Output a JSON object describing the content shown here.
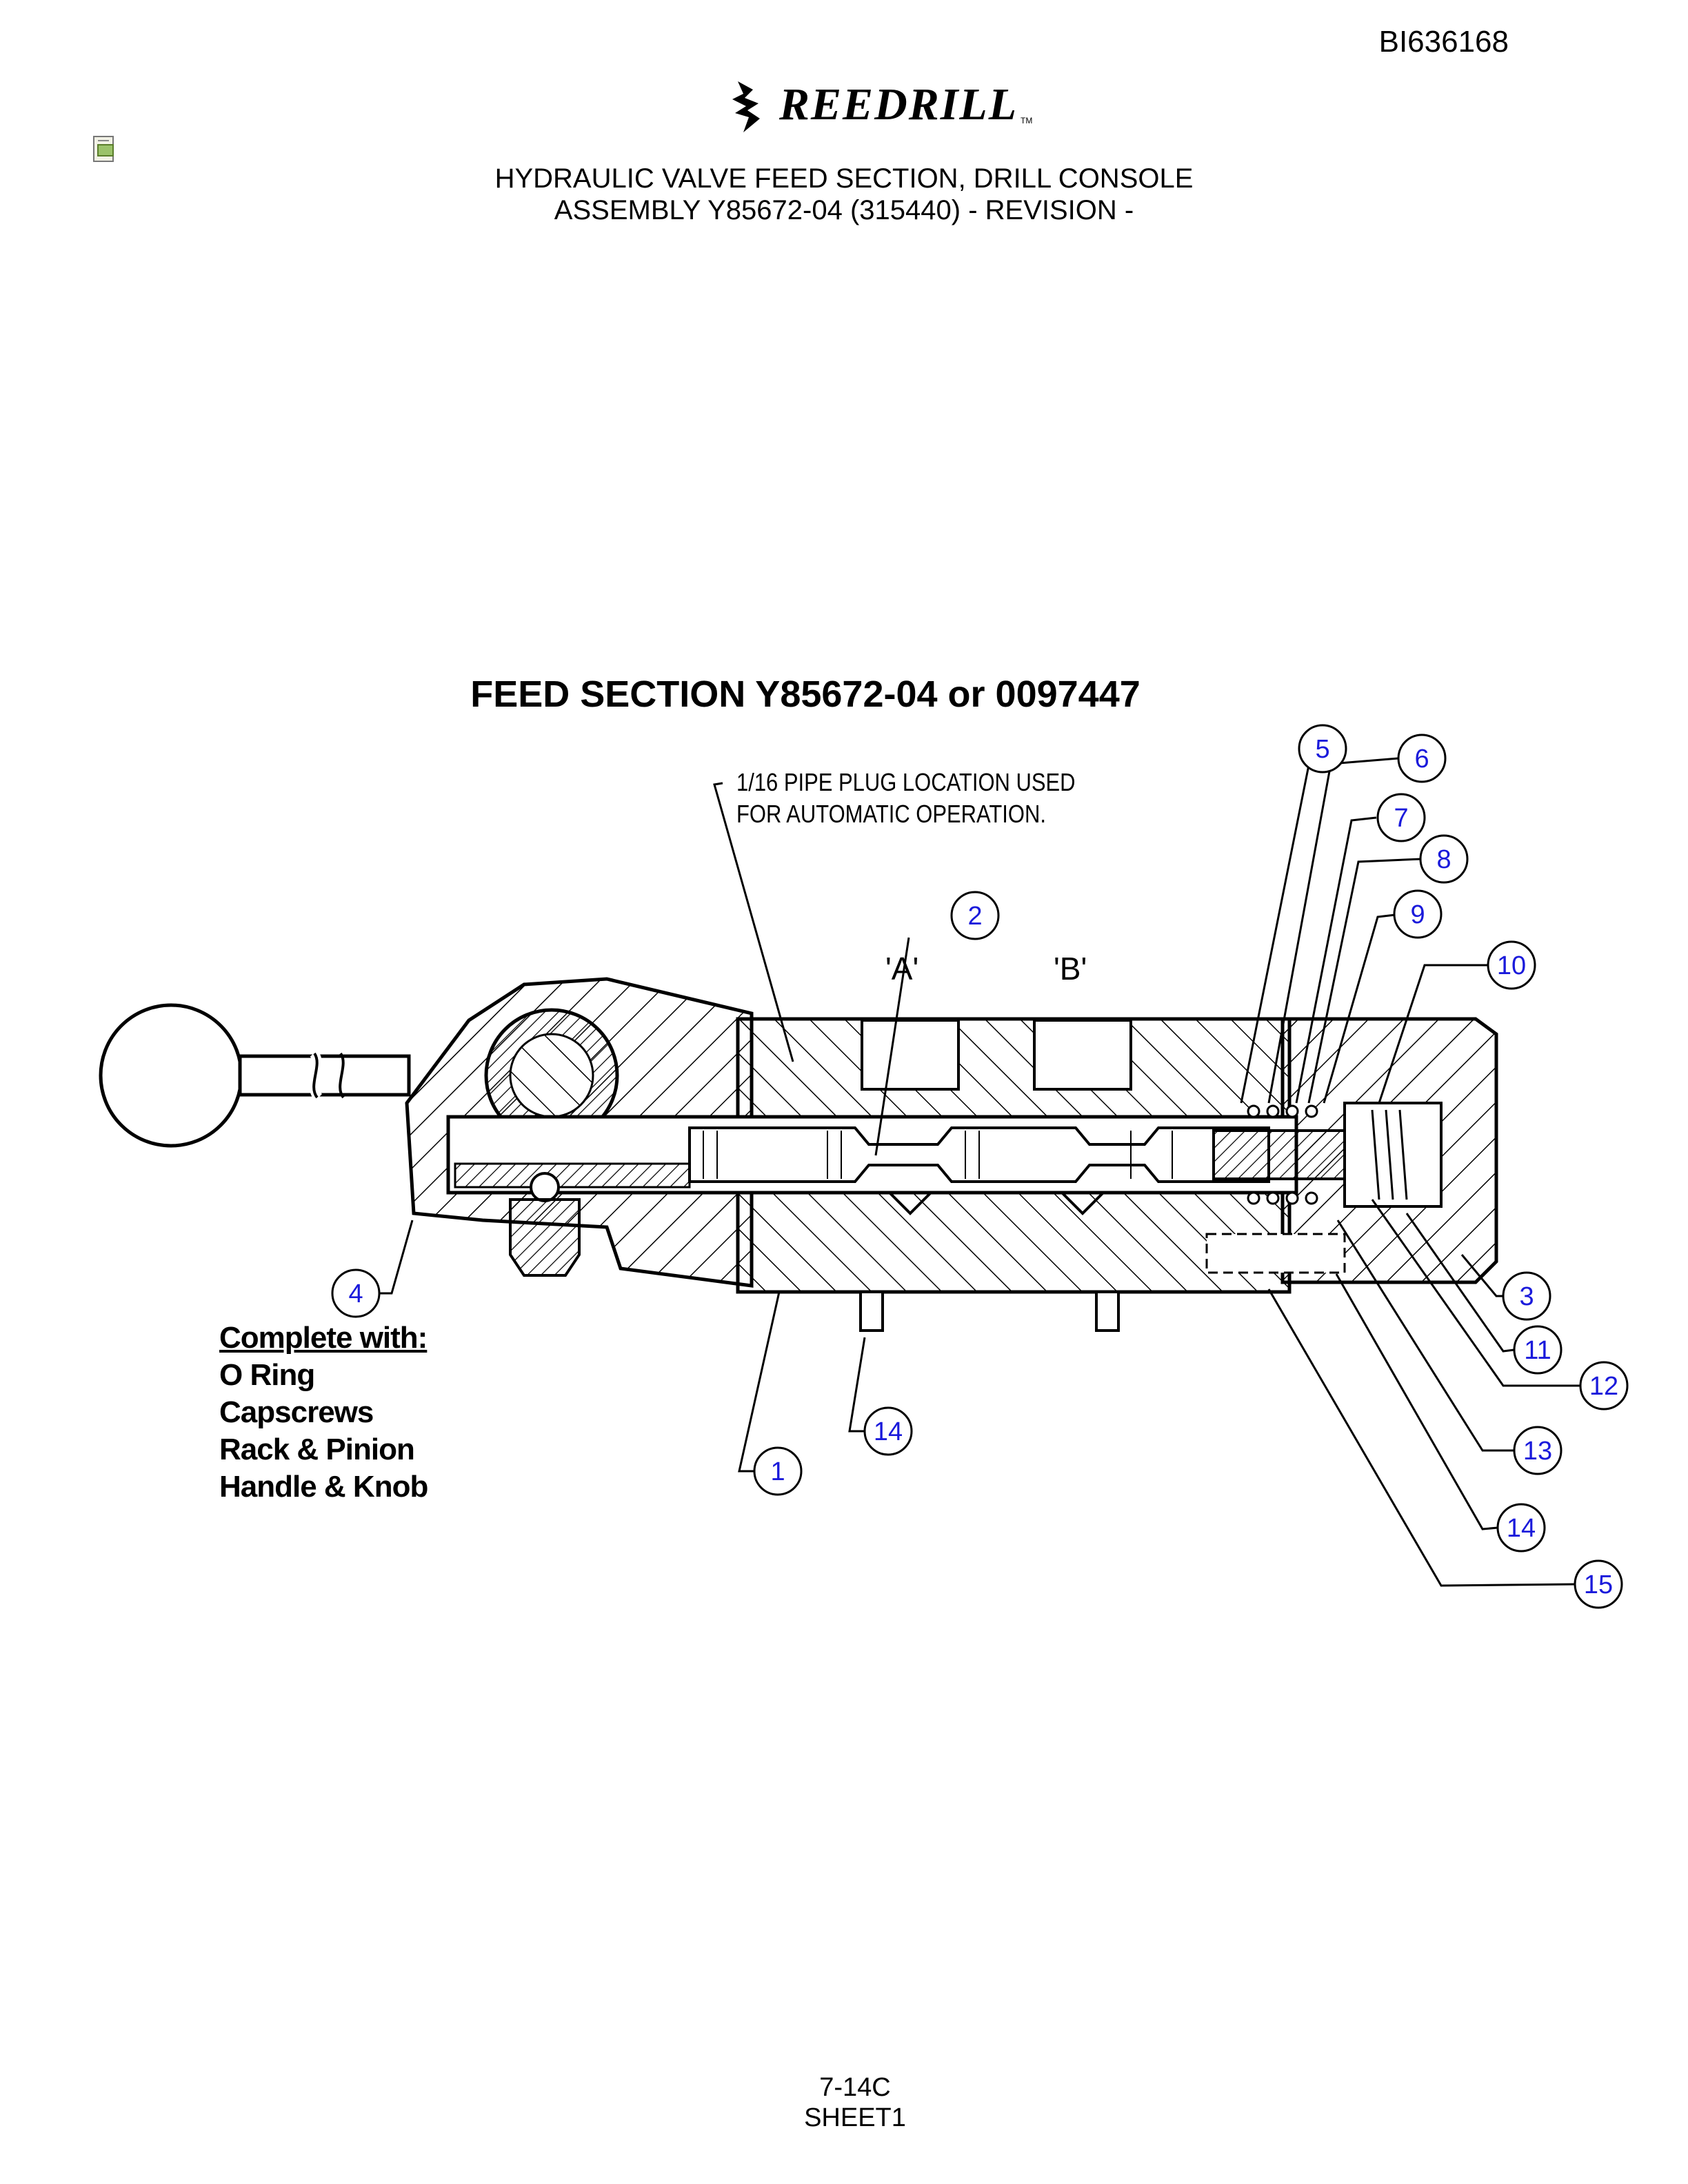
{
  "document_id": "BI636168",
  "logo": {
    "brand": "REEDRILL",
    "trademark": "TM"
  },
  "header": {
    "line1": "HYDRAULIC VALVE FEED SECTION, DRILL CONSOLE",
    "line2": "ASSEMBLY Y85672-04 (315440) - REVISION -"
  },
  "diagram": {
    "title": "FEED SECTION  Y85672-04 or 0097447",
    "note_line1": "1/16 PIPE PLUG LOCATION USED",
    "note_line2": "FOR AUTOMATIC OPERATION.",
    "port_a": "'A'",
    "port_b": "'B'",
    "complete_with": {
      "heading": "Complete with:",
      "items": [
        "O Ring",
        "Capscrews",
        "Rack & Pinion",
        "Handle & Knob"
      ]
    },
    "balloons": [
      "1",
      "2",
      "3",
      "4",
      "5",
      "6",
      "7",
      "8",
      "9",
      "10",
      "11",
      "12",
      "13",
      "14",
      "14",
      "15"
    ]
  },
  "footer": {
    "page": "7-14C",
    "sheet": "SHEET1"
  }
}
